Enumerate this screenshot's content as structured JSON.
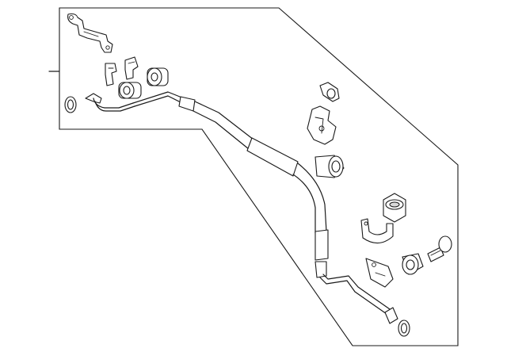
{
  "diagram": {
    "parts": [
      {
        "name": "upper-mounting-bracket",
        "icon": "bracket-icon"
      },
      {
        "name": "small-clip-left",
        "icon": "clip-icon"
      },
      {
        "name": "small-clip-right",
        "icon": "clip-icon"
      },
      {
        "name": "bushing-upper-left",
        "icon": "bushing-icon"
      },
      {
        "name": "bushing-upper-right",
        "icon": "bushing-icon"
      },
      {
        "name": "o-ring-upper",
        "icon": "o-ring-icon"
      },
      {
        "name": "hose-assembly",
        "icon": "hose-icon"
      },
      {
        "name": "mount-insulator",
        "icon": "insulator-icon"
      },
      {
        "name": "support-bracket",
        "icon": "bracket-icon"
      },
      {
        "name": "grommet-middle",
        "icon": "grommet-icon"
      },
      {
        "name": "insulator-lower",
        "icon": "insulator-icon"
      },
      {
        "name": "clamp-lower",
        "icon": "clamp-icon"
      },
      {
        "name": "mounting-bracket-lower",
        "icon": "bracket-icon"
      },
      {
        "name": "bushing-lower",
        "icon": "bushing-icon"
      },
      {
        "name": "bolt",
        "icon": "bolt-icon"
      },
      {
        "name": "o-ring-lower",
        "icon": "o-ring-icon"
      }
    ]
  }
}
